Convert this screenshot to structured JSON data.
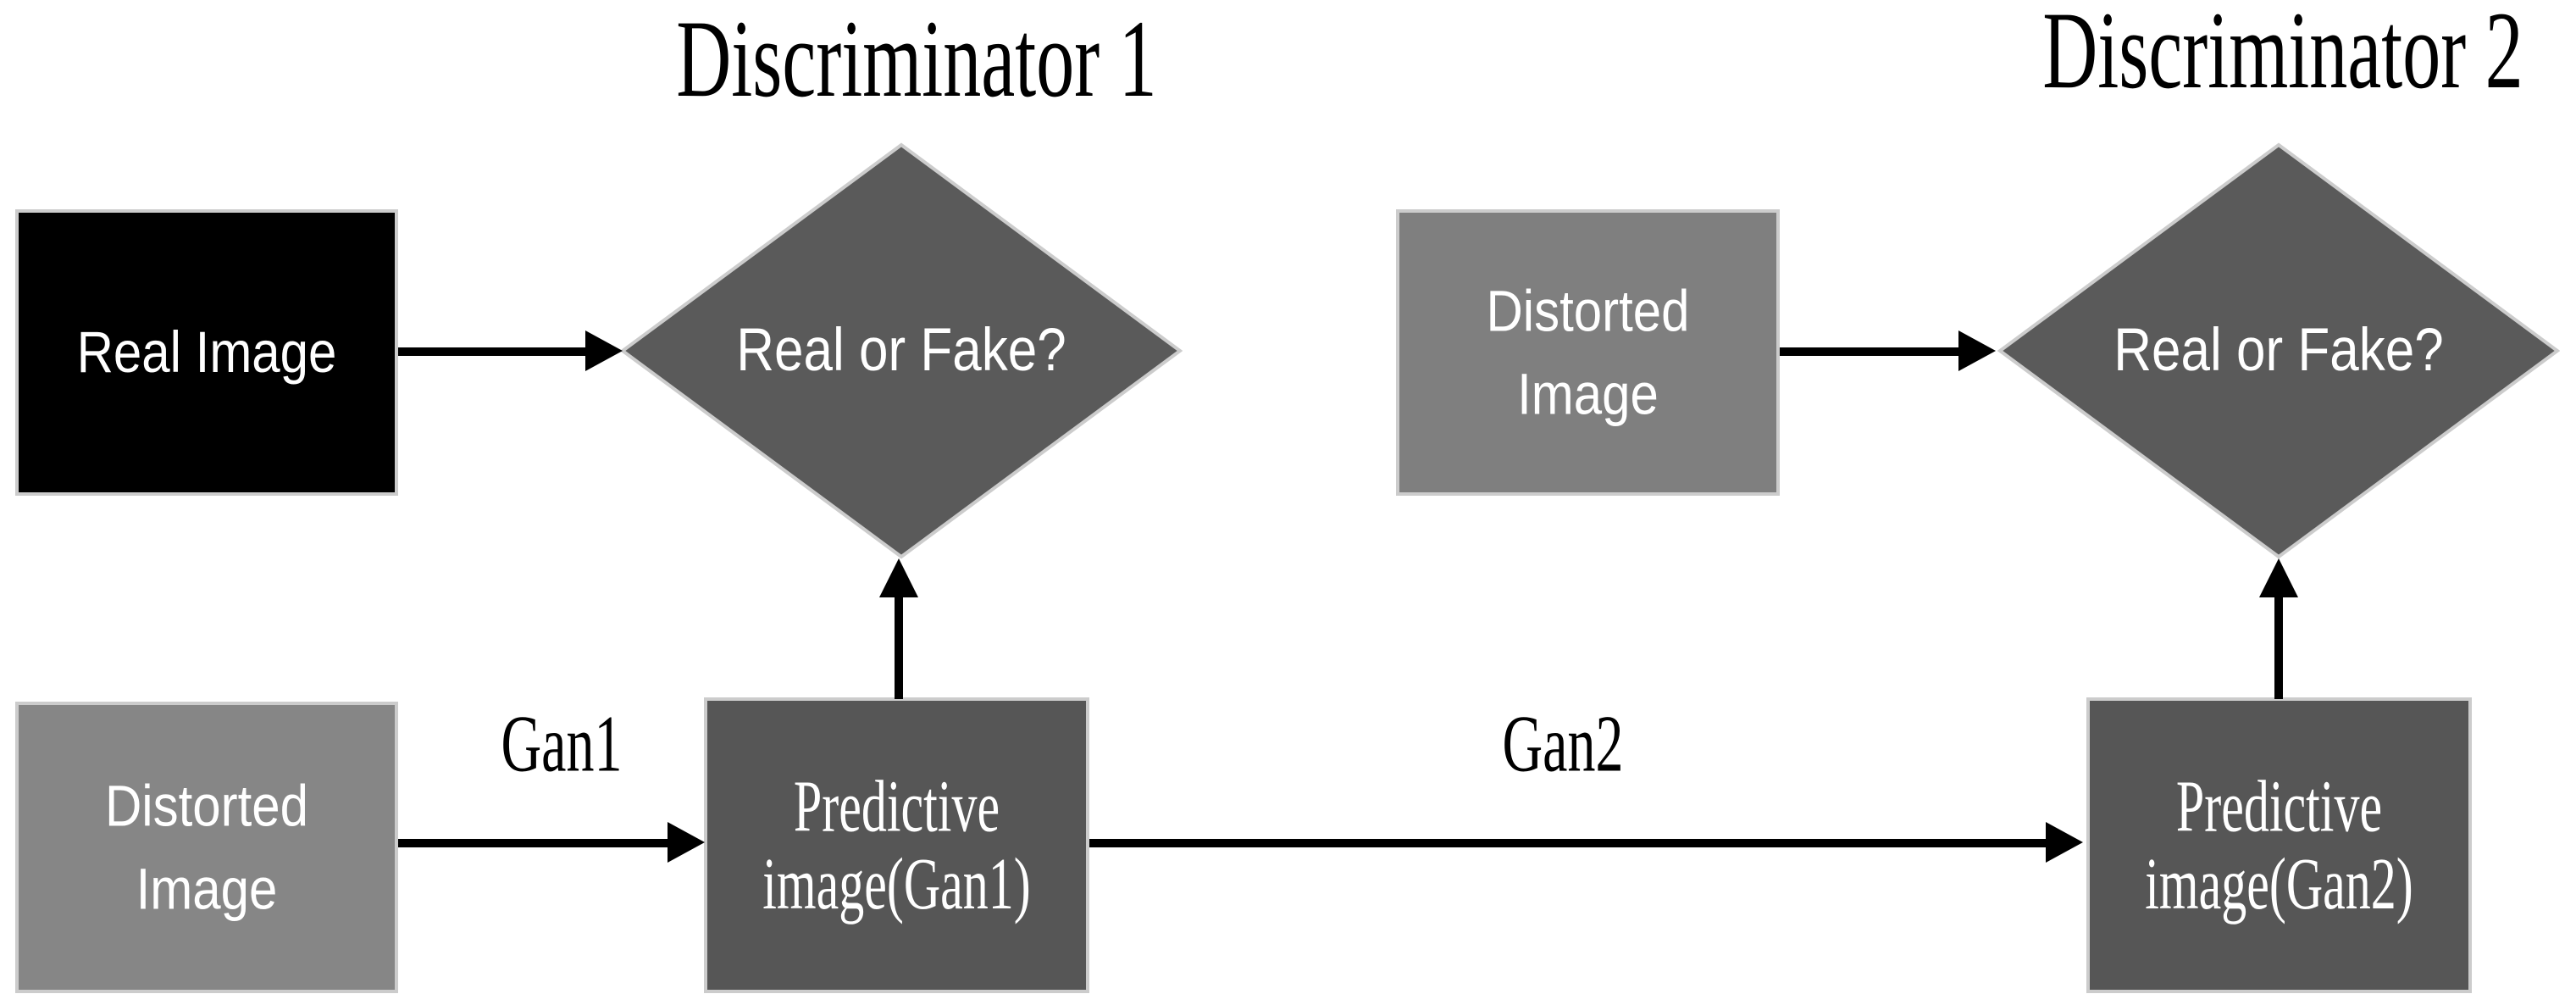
{
  "diagram": {
    "titles": {
      "discriminator1": "Discriminator 1",
      "discriminator2": "Discriminator 2"
    },
    "nodes": {
      "real_image": {
        "label": "Real Image"
      },
      "distorted_image_top": {
        "line1": "Distorted",
        "line2": "Image"
      },
      "distorted_image_bottom": {
        "line1": "Distorted",
        "line2": "Image"
      },
      "discriminator1_decision": {
        "label": "Real or Fake?"
      },
      "discriminator2_decision": {
        "label": "Real or Fake?"
      },
      "predictive_image_gan1": {
        "line1": "Predictive",
        "line2": "image(Gan1)"
      },
      "predictive_image_gan2": {
        "line1": "Predictive",
        "line2": "image(Gan2)"
      }
    },
    "edges": {
      "gan1": "Gan1",
      "gan2": "Gan2"
    },
    "colors": {
      "background": "#ffffff",
      "real_image_fill": "#000000",
      "distorted_fill_top": "#7f7f7f",
      "distorted_fill_bottom": "#868686",
      "diamond_fill": "#5a5a5a",
      "predictive_fill": "#565656",
      "shape_border": "#cccccc",
      "arrow": "#000000",
      "text_light": "#ffffff",
      "text_dark": "#000000"
    }
  }
}
